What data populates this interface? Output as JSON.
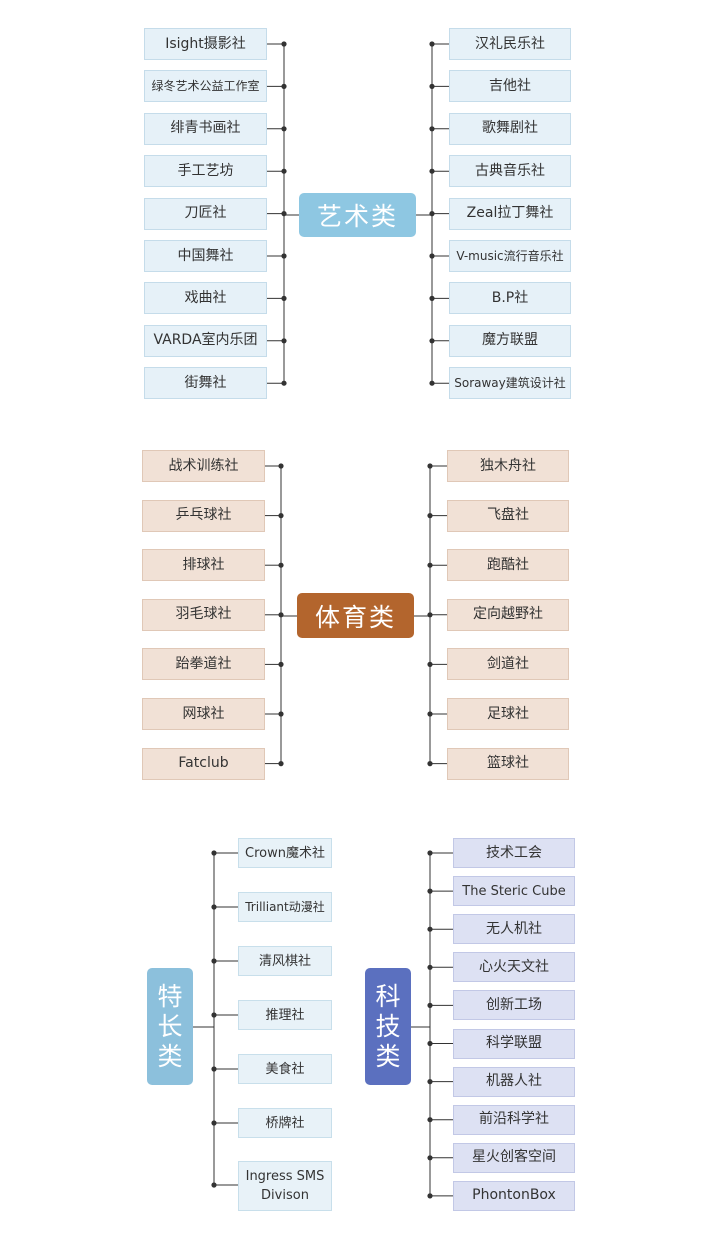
{
  "groups": {
    "art": {
      "title": "艺术类",
      "left": [
        "Isight摄影社",
        "绿冬艺术公益工作室",
        "绯青书画社",
        "手工艺坊",
        "刀匠社",
        "中国舞社",
        "戏曲社",
        "VARDA室内乐团",
        "街舞社"
      ],
      "right": [
        "汉礼民乐社",
        "吉他社",
        "歌舞剧社",
        "古典音乐社",
        "Zeal拉丁舞社",
        "V-music流行音乐社",
        "B.P社",
        "魔方联盟",
        "Soraway建筑设计社"
      ]
    },
    "sport": {
      "title": "体育类",
      "left": [
        "战术训练社",
        "乒乓球社",
        "排球社",
        "羽毛球社",
        "跆拳道社",
        "网球社",
        "Fatclub"
      ],
      "right": [
        "独木舟社",
        "飞盘社",
        "跑酷社",
        "定向越野社",
        "剑道社",
        "足球社",
        "篮球社"
      ]
    },
    "special": {
      "title": "特\n长\n类",
      "items": [
        "Crown魔术社",
        "Trilliant动漫社",
        "清风棋社",
        "推理社",
        "美食社",
        "桥牌社",
        "Ingress SMS\nDivison"
      ]
    },
    "tech": {
      "title": "科\n技\n类",
      "items": [
        "技术工会",
        "The Steric Cube",
        "无人机社",
        "心火天文社",
        "创新工场",
        "科学联盟",
        "机器人社",
        "前沿科学社",
        "星火创客空间",
        "PhontonBox"
      ]
    }
  },
  "colors": {
    "art_hub": "#8ec7e2",
    "sport_hub": "#b3652d",
    "special_hub": "#8cc0dc",
    "tech_hub": "#5b70bf",
    "line": "#333333"
  }
}
